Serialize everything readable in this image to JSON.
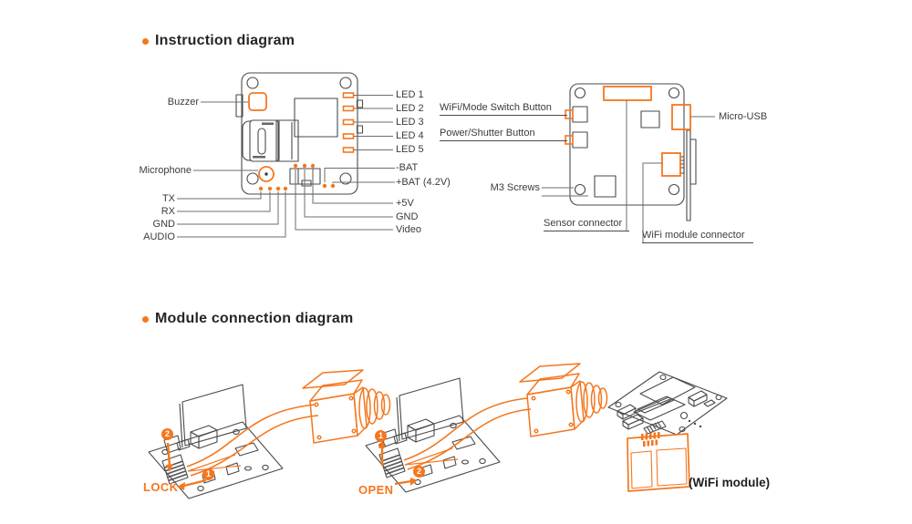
{
  "colors": {
    "accent": "#f4771f",
    "board_line": "#4a4a4a",
    "leader_line": "#6e6e6e",
    "label_text": "#3b3b3b",
    "title_text": "#262626"
  },
  "instruction": {
    "title": "Instruction diagram",
    "front_board": {
      "buzzer": "Buzzer",
      "microphone": "Microphone",
      "tx": "TX",
      "rx": "RX",
      "gnd_left": "GND",
      "audio": "AUDIO",
      "led1": "LED 1",
      "led2": "LED 2",
      "led3": "LED 3",
      "led4": "LED 4",
      "led5": "LED 5",
      "bat_neg": "-BAT",
      "bat_pos": "+BAT (4.2V)",
      "v5": "+5V",
      "gnd_right": "GND",
      "video": "Video"
    },
    "back_board": {
      "wifi_mode_switch": "WiFi/Mode Switch Button",
      "power_shutter": "Power/Shutter Button",
      "m3_screws": "M3 Screws",
      "micro_usb": "Micro-USB",
      "sensor_connector": "Sensor connector",
      "wifi_module_connector": "WiFi module connector"
    }
  },
  "module_connection": {
    "title": "Module connection diagram",
    "lock": {
      "label": "LOCK",
      "step_press": "2",
      "step_slide": "1"
    },
    "open": {
      "label": "OPEN",
      "step_lift": "1",
      "step_slide": "2"
    },
    "wifi_module_label": "(WiFi module)"
  }
}
